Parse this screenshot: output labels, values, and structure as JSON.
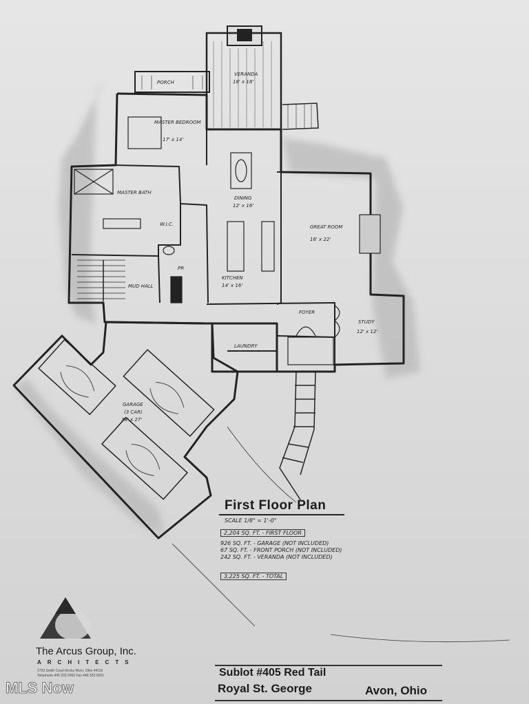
{
  "rooms": {
    "veranda": "VERANDA",
    "veranda_size": "18' x 18'",
    "porch": "PORCH",
    "master_bedroom": "MASTER BEDROOM",
    "master_bedroom_size": "17' x 14'",
    "master_bath": "MASTER BATH",
    "wic": "W.I.C.",
    "dining": "DINING",
    "dining_size": "12' x 16'",
    "great_room": "GREAT ROOM",
    "great_room_size": "16' x 22'",
    "kitchen": "KITCHEN",
    "kitchen_size": "14' x 16'",
    "pr": "PR",
    "mud_hall": "MUD HALL",
    "foyer": "FOYER",
    "study": "STUDY",
    "study_size": "12' x 12'",
    "laundry": "LAUNDRY",
    "garage": "GARAGE",
    "garage_cars": "(3 CAR)",
    "garage_size": "38' x 27'"
  },
  "plan": {
    "title": "First Floor Plan",
    "scale": "SCALE 1/8\" = 1'-0\"",
    "first_floor": "2,204 SQ. FT. - FIRST FLOOR",
    "garage_area": "926 SQ. FT. - GARAGE (NOT INCLUDED)",
    "porch_area": "67 SQ. FT. - FRONT PORCH (NOT INCLUDED)",
    "veranda_area": "242 SQ. FT. - VERANDA (NOT INCLUDED)",
    "total": "3,225 SQ. FT. - TOTAL"
  },
  "architect": {
    "name": "The Arcus Group, Inc.",
    "subtitle": "ARCHITECTS",
    "address1": "2720 Smith Court  Rocky River, Ohio 44116",
    "address2": "Telephone 440 333 0000  Fax 440 333 0001"
  },
  "title_block": {
    "sublot": "Sublot #405 Red Tail",
    "street": "Royal St. George",
    "city": "Avon, Ohio"
  },
  "watermark": "MLS Now",
  "colors": {
    "ink": "#222222",
    "paper": "#e2e2e2",
    "shade": "#bdbdbd"
  }
}
